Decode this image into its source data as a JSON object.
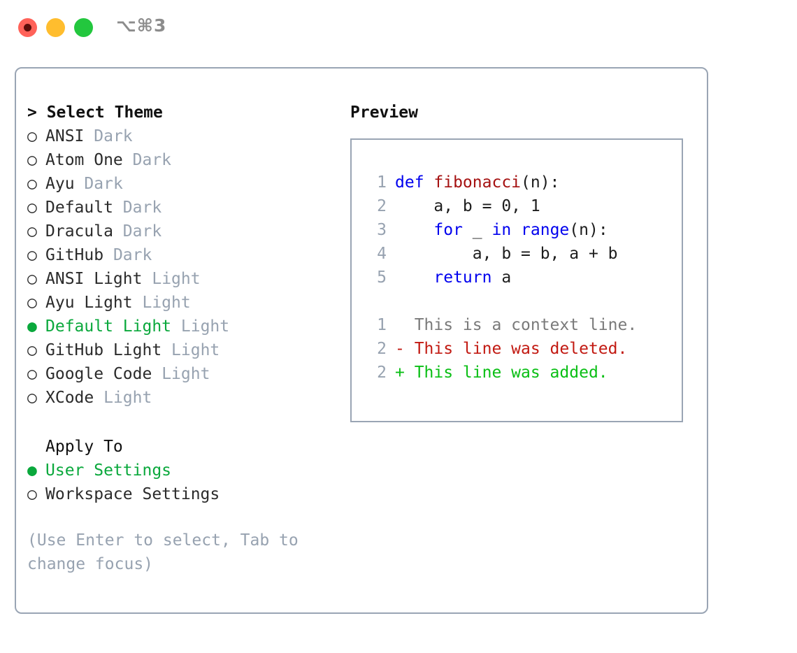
{
  "window": {
    "shortcut": "⌥⌘3",
    "traffic_lights": [
      {
        "name": "close",
        "color": "#FF6259"
      },
      {
        "name": "minimize",
        "color": "#FFBD2E"
      },
      {
        "name": "maximize",
        "color": "#23C73E"
      }
    ]
  },
  "theme_panel": {
    "header": "> Select Theme",
    "selected_bullet": "●",
    "unselected_bullet": "○",
    "accent_color": "#0AA83C",
    "muted_color": "#97A2B0",
    "items": [
      {
        "bullet": "○",
        "name": "ANSI",
        "variant": "Dark",
        "selected": false
      },
      {
        "bullet": "○",
        "name": "Atom One",
        "variant": "Dark",
        "selected": false
      },
      {
        "bullet": "○",
        "name": "Ayu",
        "variant": "Dark",
        "selected": false
      },
      {
        "bullet": "○",
        "name": "Default",
        "variant": "Dark",
        "selected": false
      },
      {
        "bullet": "○",
        "name": "Dracula",
        "variant": "Dark",
        "selected": false
      },
      {
        "bullet": "○",
        "name": "GitHub",
        "variant": "Dark",
        "selected": false
      },
      {
        "bullet": "○",
        "name": "ANSI Light",
        "variant": "Light",
        "selected": false
      },
      {
        "bullet": "○",
        "name": "Ayu Light",
        "variant": "Light",
        "selected": false
      },
      {
        "bullet": "●",
        "name": "Default Light",
        "variant": "Light",
        "selected": true
      },
      {
        "bullet": "○",
        "name": "GitHub Light",
        "variant": "Light",
        "selected": false
      },
      {
        "bullet": "○",
        "name": "Google Code",
        "variant": "Light",
        "selected": false
      },
      {
        "bullet": "○",
        "name": "XCode",
        "variant": "Light",
        "selected": false
      }
    ]
  },
  "apply_to": {
    "header": "Apply To",
    "items": [
      {
        "bullet": "●",
        "name": "User Settings",
        "selected": true
      },
      {
        "bullet": "○",
        "name": "Workspace Settings",
        "selected": false
      }
    ]
  },
  "hint": "(Use Enter to select, Tab to change focus)",
  "preview": {
    "header": "Preview",
    "code_lines": [
      {
        "num": "1",
        "tokens": [
          {
            "text": "def ",
            "kind": "kw"
          },
          {
            "text": "fibonacci",
            "kind": "fn"
          },
          {
            "text": "(n):",
            "kind": "pl"
          }
        ]
      },
      {
        "num": "2",
        "tokens": [
          {
            "text": "    a, b = 0, 1",
            "kind": "pl"
          }
        ]
      },
      {
        "num": "3",
        "tokens": [
          {
            "text": "    ",
            "kind": "pl"
          },
          {
            "text": "for",
            "kind": "kw"
          },
          {
            "text": " _ ",
            "kind": "pl"
          },
          {
            "text": "in",
            "kind": "kw"
          },
          {
            "text": " ",
            "kind": "pl"
          },
          {
            "text": "range",
            "kind": "kw"
          },
          {
            "text": "(n):",
            "kind": "pl"
          }
        ]
      },
      {
        "num": "4",
        "tokens": [
          {
            "text": "        a, b = b, a + b",
            "kind": "pl"
          }
        ]
      },
      {
        "num": "5",
        "tokens": [
          {
            "text": "    ",
            "kind": "pl"
          },
          {
            "text": "return",
            "kind": "kw"
          },
          {
            "text": " a",
            "kind": "pl"
          }
        ]
      }
    ],
    "diff_lines": [
      {
        "num": "1",
        "marker": " ",
        "text": "  This is a context line.",
        "kind": "ctx"
      },
      {
        "num": "2",
        "marker": "-",
        "text": "- This line was deleted.",
        "kind": "del"
      },
      {
        "num": "2",
        "marker": "+",
        "text": "+ This line was added.",
        "kind": "add"
      }
    ]
  }
}
